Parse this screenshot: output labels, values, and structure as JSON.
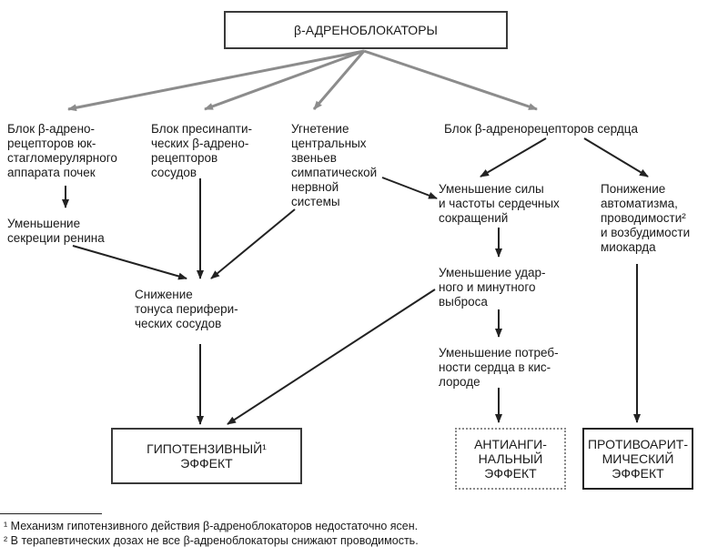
{
  "title": "β-АДРЕНОБЛОКАТОРЫ",
  "nodes": {
    "juxtaglomerular": "Блок β-адрено-\nрецепторов юк-\nстагломерулярного\nаппарата почек",
    "presynaptic": "Блок пресинапти-\nческих β-адрено-\nрецепторов\nсосудов",
    "cns": "Угнетение\nцентральных\nзвеньев\nсимпатической\nнервной\nсистемы",
    "heart": "Блок β-адренорецепторов сердца",
    "renin": "Уменьшение\nсекреции ренина",
    "tone": "Снижение\nтонуса перифери-\nческих сосудов",
    "contractions": "Уменьшение силы\nи частоты сердечных\nсокращений",
    "automatism": "Понижение\nавтоматизма,\nпроводимости²\nи возбудимости\nмиокарда",
    "output": "Уменьшение удар-\nного и минутного\nвыброса",
    "oxygen": "Уменьшение потреб-\nности сердца в кис-\nлороде"
  },
  "effects": {
    "hypotensive": "ГИПОТЕНЗИВНЫЙ¹\nЭФФЕКТ",
    "antianginal": "АНТИАНГИ-\nНАЛЬНЫЙ\nЭФФЕКТ",
    "antiarrhythmic": "ПРОТИВОАРИТ-\nМИЧЕСКИЙ\nЭФФЕКТ"
  },
  "footnotes": [
    "¹ Механизм гипотензивного действия β-адреноблокаторов недостаточно ясен.",
    "² В терапевтических дозах не все β-адреноблокаторы снижают проводимость."
  ],
  "colors": {
    "gray_arrow": "#8c8c8c",
    "dark_arrow": "#222222"
  }
}
